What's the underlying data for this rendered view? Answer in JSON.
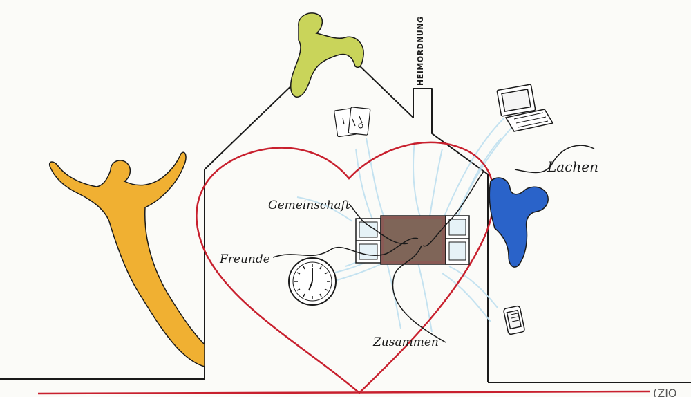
{
  "labels": {
    "chimney": "HEIMORDNUNG",
    "community": "Gemeinschaft",
    "friends": "Freunde",
    "together": "Zusammen",
    "laughing": "Lachen",
    "corner_fragment": "(ZIO"
  },
  "colors": {
    "house_line": "#1a1a1a",
    "heart": "#c8202e",
    "figure_yellow_green": "#c9d45a",
    "figure_orange": "#f0b032",
    "figure_blue": "#2a63c9",
    "window_center": "#8a5a55",
    "glow_lines": "#bfe0f0"
  },
  "icons": [
    "playing-cards-icon",
    "laptop-icon",
    "clock-icon",
    "smartphone-icon",
    "window-icon"
  ]
}
